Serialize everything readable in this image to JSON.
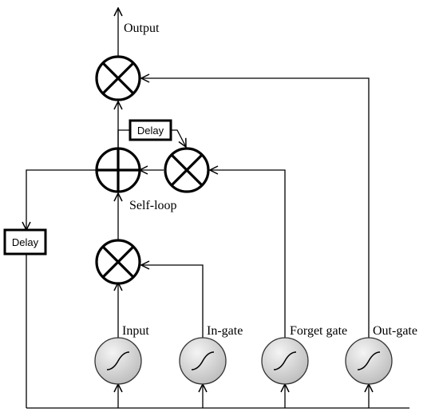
{
  "labels": {
    "output": "Output",
    "self_loop": "Self-loop",
    "input": "Input",
    "in_gate": "In-gate",
    "forget_gate": "Forget gate",
    "out_gate": "Out-gate",
    "delay_top": "Delay",
    "delay_left": "Delay"
  },
  "nodes": {
    "multiply_ops": [
      "output-multiply",
      "forget-multiply",
      "input-multiply"
    ],
    "sum_ops": [
      "self-loop-sum"
    ],
    "sigmoid_units": [
      "input-unit",
      "in-gate-unit",
      "forget-gate-unit",
      "out-gate-unit"
    ]
  },
  "colors": {
    "line": "#000000",
    "unit_fill_light": "#f4f4f4",
    "unit_fill_dark": "#bdbdbd"
  }
}
